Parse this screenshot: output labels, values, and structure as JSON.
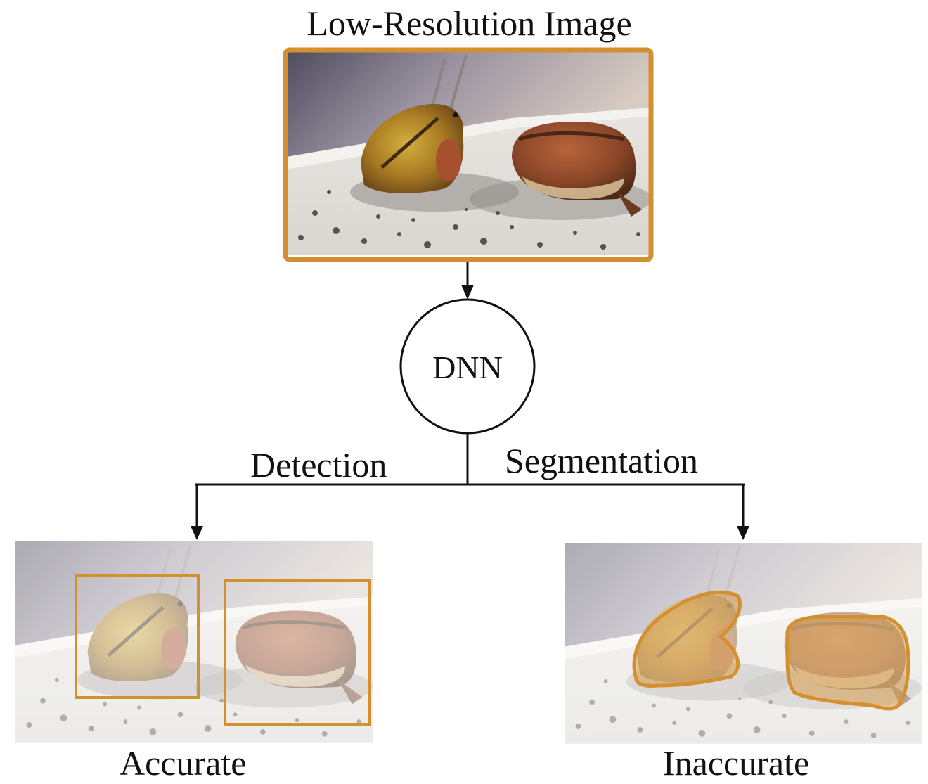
{
  "title": "Low-Resolution Image",
  "network": {
    "label": "DNN"
  },
  "branches": {
    "left": {
      "edge_label": "Detection",
      "result": "Accurate"
    },
    "right": {
      "edge_label": "Segmentation",
      "result": "Inaccurate"
    }
  },
  "colors": {
    "accent": "#d4902e",
    "line": "#111111",
    "photo_wall_dark": "#5a5868",
    "photo_wall_light": "#c9bdb3",
    "photo_floor": "#e6e3dd",
    "frog_yellow": "#b88a2a",
    "frog_red": "#8c4a2c"
  }
}
